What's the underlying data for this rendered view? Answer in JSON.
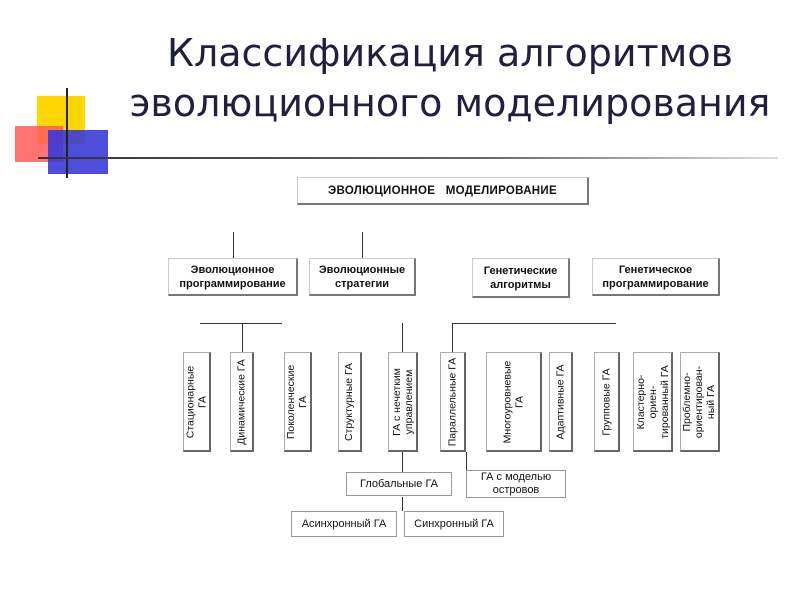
{
  "title": {
    "line1": "Классификация алгоритмов",
    "line2": "эволюционного моделирования"
  },
  "colors": {
    "deco_yellow": "#ffd700",
    "deco_red": "#ff5a5a",
    "deco_blue": "#3a3ad6",
    "title_text": "#1f1f3f"
  },
  "diagram": {
    "root": "ЭВОЛЮЦИОННОЕ   МОДЕЛИРОВАНИЕ",
    "level1": [
      {
        "line1": "Эволюционное",
        "line2": "программирование"
      },
      {
        "line1": "Эволюционные",
        "line2": "стратегии"
      },
      {
        "line1": "Генетические",
        "line2": "алгоритмы"
      },
      {
        "line1": "Генетическое",
        "line2": "программирование"
      }
    ],
    "level2": [
      {
        "line1": "Стационарные",
        "line2": "ГА"
      },
      {
        "line1": "Динамические ГА",
        "line2": ""
      },
      {
        "line1": "Поколенческие",
        "line2": "ГА"
      },
      {
        "line1": "Структурные ГА",
        "line2": ""
      },
      {
        "line1": "ГА с нечетким",
        "line2": "управлением"
      },
      {
        "line1": "Параллельные ГА",
        "line2": ""
      },
      {
        "line1": "Многоуровневые",
        "line2": "ГА"
      },
      {
        "line1": "Адаптивные ГА",
        "line2": ""
      },
      {
        "line1": "Групповые ГА",
        "line2": ""
      },
      {
        "line1": "Кластерно-",
        "line2": "ориен-",
        "line3": "тированный ГА"
      },
      {
        "line1": "Проблемно-",
        "line2": "ориентирован-",
        "line3": "ный ГА"
      }
    ],
    "parallel_children": {
      "global": "Глобальные ГА",
      "island": {
        "line1": "ГА с моделью",
        "line2": "островов"
      }
    },
    "global_children": {
      "async": "Асинхронный ГА",
      "sync": "Синхронный ГА"
    }
  }
}
